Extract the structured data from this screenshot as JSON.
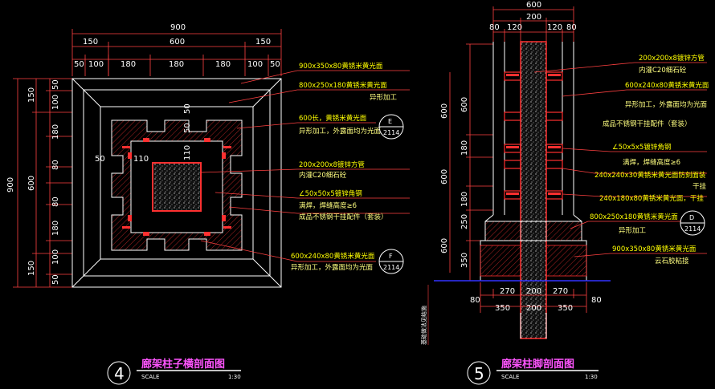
{
  "view4": {
    "number": "4",
    "title": "廊架柱子横剖面图",
    "scale_label": "SCALE",
    "scale_value": "1:30",
    "top_dims": {
      "total": "900",
      "row2": [
        "150",
        "600",
        "150"
      ],
      "row3": [
        "50",
        "100",
        "180",
        "180",
        "180",
        "100",
        "50"
      ]
    },
    "left_dims": {
      "total": "900",
      "mid": [
        "150",
        "600",
        "150"
      ],
      "inner": [
        "50",
        "100",
        "180",
        "80",
        "80",
        "180",
        "100",
        "50"
      ]
    },
    "inner_dims": [
      "50",
      "110",
      "50",
      "110",
      "50"
    ],
    "callouts": [
      {
        "text": "900x350x80黄锈米黄光面"
      },
      {
        "text": "800x250x180黄锈米黄光面"
      },
      {
        "text": "异形加工"
      },
      {
        "text": "600长，黄锈米黄光面"
      },
      {
        "text": "异形加工，外露面均为光面"
      },
      {
        "text": "200x200x8镀锌方管"
      },
      {
        "text": "内灌C20细石砼"
      },
      {
        "text": "∠50x50x5镀锌角钢"
      },
      {
        "text": "满焊，焊缝高度≥6"
      },
      {
        "text": "成品不锈钢干挂配件（套装）"
      },
      {
        "text": "600x240x80黄锈米黄光面"
      },
      {
        "text": "异形加工，外露面均为光面"
      }
    ],
    "tag_e": {
      "top": "E",
      "bottom": "2114"
    },
    "tag_f": {
      "top": "F",
      "bottom": "2114"
    }
  },
  "view5": {
    "number": "5",
    "title": "廊架柱脚剖面图",
    "scale_label": "SCALE",
    "scale_value": "1:30",
    "top_dims": {
      "total": "600",
      "mid": "200",
      "row3": [
        "80",
        "120",
        "120",
        "80"
      ]
    },
    "left_dims": [
      "600",
      "180",
      "600",
      "180",
      "250",
      "600",
      "350"
    ],
    "bottom_dims": {
      "row1": [
        "80",
        "270",
        "200",
        "270",
        "80"
      ],
      "row2": [
        "350",
        "200",
        "350"
      ]
    },
    "ground_label": "基础做法见结施",
    "callouts": [
      {
        "text": "200x200x8镀锌方管"
      },
      {
        "text": "内灌C20细石砼"
      },
      {
        "text": "600x240x80黄锈米黄光面"
      },
      {
        "text": "异形加工，外露面均为光面"
      },
      {
        "text": "成品不锈钢干挂配件（套装）"
      },
      {
        "text": "∠50x5x5镀锌角钢"
      },
      {
        "text": "满焊，焊缝高度≥6"
      },
      {
        "text": "240x240x30黄锈米黄光面防刻面装"
      },
      {
        "text": "干挂"
      },
      {
        "text": "240x180x80黄锈米黄光面，干挂"
      },
      {
        "text": "800x250x180黄锈米黄光面"
      },
      {
        "text": "异形加工"
      },
      {
        "text": "900x350x80黄锈米黄光面"
      },
      {
        "text": "云石胶粘接"
      }
    ],
    "tag_d": {
      "top": "D",
      "bottom": "2114"
    }
  },
  "colors": {
    "background": "#000000",
    "dimension": "#ffffff",
    "callout": "#ffff00",
    "stone": "#ff3030",
    "outline": "#ffffff",
    "section_line": "#ff3030",
    "title": "#ff55ff",
    "ground": "#3333ff"
  }
}
